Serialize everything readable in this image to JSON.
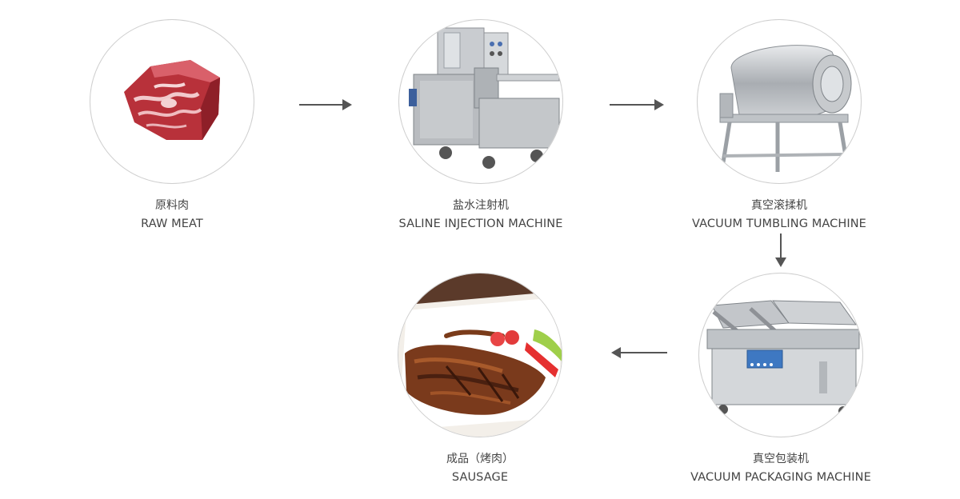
{
  "steps": [
    {
      "cn": "原料肉",
      "en": "RAW MEAT",
      "image": "raw-meat"
    },
    {
      "cn": "盐水注射机",
      "en": "SALINE INJECTION MACHINE",
      "image": "saline-injection-machine"
    },
    {
      "cn": "真空滚揉机",
      "en": "VACUUM TUMBLING MACHINE",
      "image": "vacuum-tumbling-machine"
    },
    {
      "cn": "真空包装机",
      "en": "VACUUM PACKAGING MACHINE",
      "image": "vacuum-packaging-machine"
    },
    {
      "cn": "成品（烤肉）",
      "en": "SAUSAGE",
      "image": "grilled-meat"
    }
  ],
  "colors": {
    "arrow": "#555555",
    "circle_border": "#cfcfcf",
    "text": "#444444"
  }
}
